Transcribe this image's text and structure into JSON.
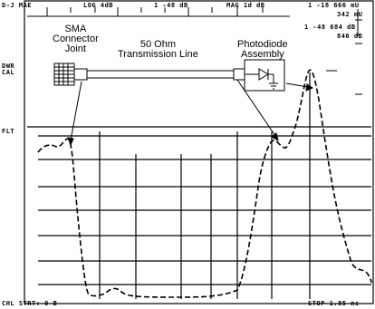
{
  "callouts": {
    "sma_connector": [
      "SMA",
      "Connector",
      "Joint"
    ],
    "transmission_line": [
      "50 Ohm",
      "Transmission Line"
    ],
    "photodiode": [
      "Photodiode",
      "Assembly"
    ]
  },
  "readouts": {
    "top_left": "D-J MAE",
    "top_log": "LOG 4dB",
    "top_ref": "1 -48 dB",
    "mag": "MAG 1d dB",
    "right_1": "1 -18 666 mU",
    "right_2": "342 mU",
    "right_3": "1 -48 684 dB",
    "right_4": "846 dB",
    "left_mid": "DWR CAL",
    "left_flt": "FLT",
    "bottom_left": "CHL STRT: 0 B",
    "bottom_right": "STOP 1.85 ns"
  }
}
